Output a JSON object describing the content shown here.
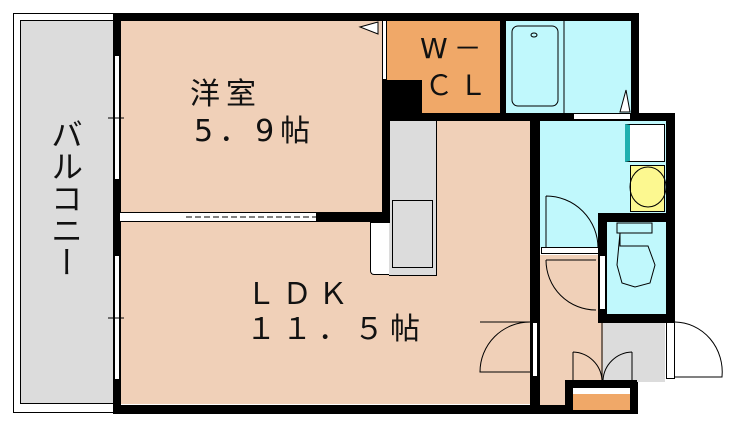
{
  "plan": {
    "colors": {
      "room": "#f0d0b8",
      "closet": "#f0a868",
      "wet": "#c0f8fc",
      "balcony": "#dcdcdc",
      "kitchen": "#dcdcdc",
      "basin": "#fcf890",
      "wall": "#000000"
    },
    "rooms": {
      "balcony": {
        "label": "バルコニー"
      },
      "western_room": {
        "name": "洋室",
        "size": "5．9帖"
      },
      "walk_in_closet": {
        "line1": "W－",
        "line2": "ＣＬ"
      },
      "ldk": {
        "name": "ＬＤＫ",
        "size": "１１．５帖"
      }
    },
    "fixtures": [
      "bathtub",
      "washing-machine",
      "wash-basin",
      "toilet",
      "kitchen-counter",
      "refrigerator",
      "shoe-cabinet"
    ]
  }
}
